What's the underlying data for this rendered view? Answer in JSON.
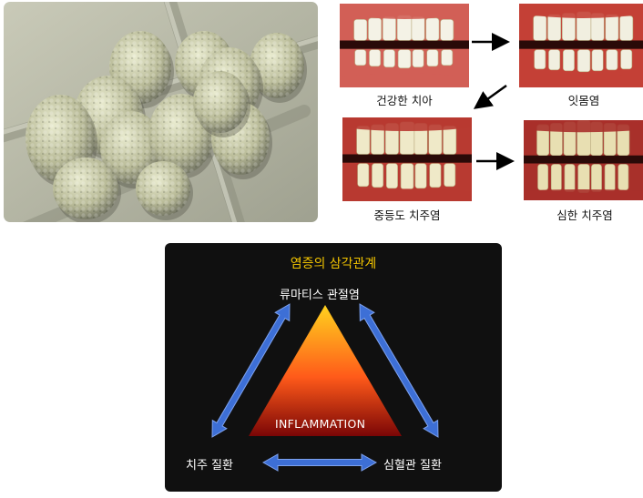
{
  "micrograph": {
    "icon": "bacteria-sem-micrograph",
    "colors": {
      "background": "#b7b8a6",
      "cell": "#c8caa9"
    }
  },
  "progression": {
    "stages": [
      {
        "label": "건강한 치아",
        "gum": "#d25f56",
        "tooth": "#f4f2e6"
      },
      {
        "label": "잇몸염",
        "gum": "#c44036",
        "tooth": "#f1efe0"
      },
      {
        "label": "중등도 치주염",
        "gum": "#b83a31",
        "tooth": "#efe9c8"
      },
      {
        "label": "심한 치주염",
        "gum": "#a8302a",
        "tooth": "#e8dfb2"
      }
    ]
  },
  "triangle": {
    "title": "염증의 삼각관계",
    "top_label": "류마티스 관절염",
    "left_label": "치주 질환",
    "right_label": "심혈관 질환",
    "center_label": "INFLAMMATION",
    "colors": {
      "panel": "#101010",
      "title": "#f2c400",
      "arrow": "#3d6fd6",
      "gradient_top": "#ffd21e",
      "gradient_mid": "#ff5a1a",
      "gradient_bottom": "#7a0606"
    }
  }
}
